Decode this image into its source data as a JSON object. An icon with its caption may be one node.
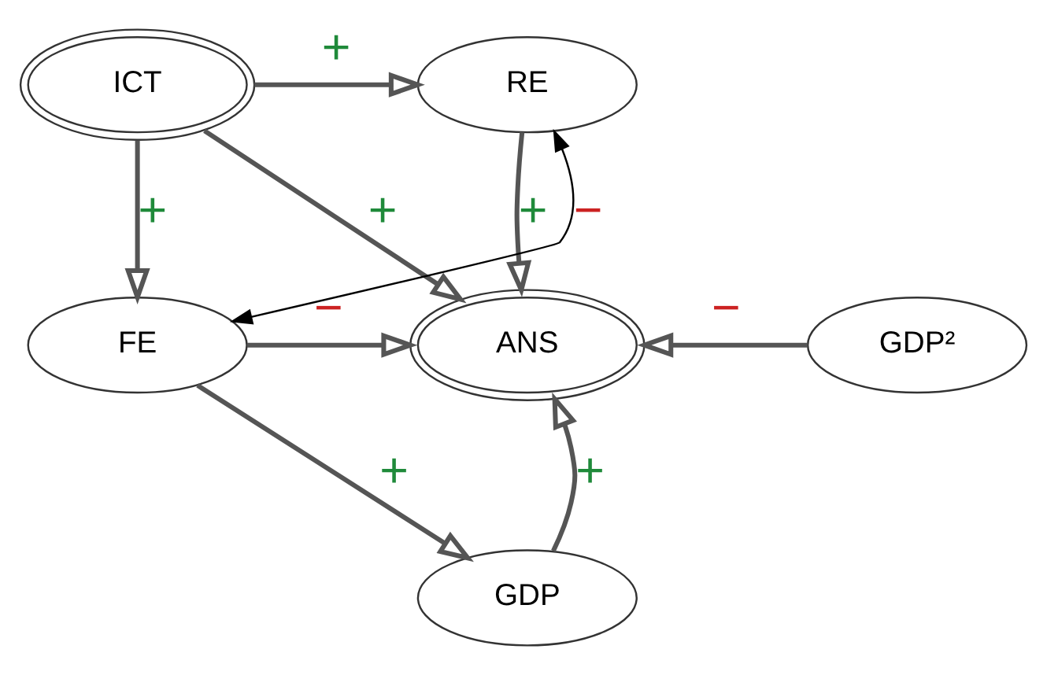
{
  "diagram": {
    "nodes": [
      {
        "text": [
          "ICT"
        ]
      },
      {
        "text": [
          "RE"
        ]
      },
      {
        "text": [
          "FE"
        ]
      },
      {
        "text": [
          "ANS"
        ]
      },
      {
        "text": [
          "GDP²"
        ]
      },
      {
        "text": [
          "GDP"
        ]
      }
    ],
    "edges": [
      {
        "from": 2,
        "to": 1,
        "arrow": "both",
        "label": "−",
        "color": "#000000"
      },
      {
        "from": 0,
        "to": 1,
        "arrow": "to",
        "label": "+"
      },
      {
        "from": 0,
        "to": 2,
        "arrow": "to",
        "label": "+"
      },
      {
        "from": 0,
        "to": 3,
        "arrow": "to",
        "label": "+"
      },
      {
        "from": 1,
        "to": 3,
        "arrow": "to",
        "label": "+"
      },
      {
        "from": 2,
        "to": 3,
        "arrow": "to",
        "label": "−"
      },
      {
        "from": 4,
        "to": 3,
        "arrow": "to",
        "label": "−"
      },
      {
        "from": 2,
        "to": 5,
        "arrow": "to",
        "label": "+"
      },
      {
        "from": 5,
        "to": 3,
        "arrow": "to",
        "label": "+"
      }
    ]
  }
}
